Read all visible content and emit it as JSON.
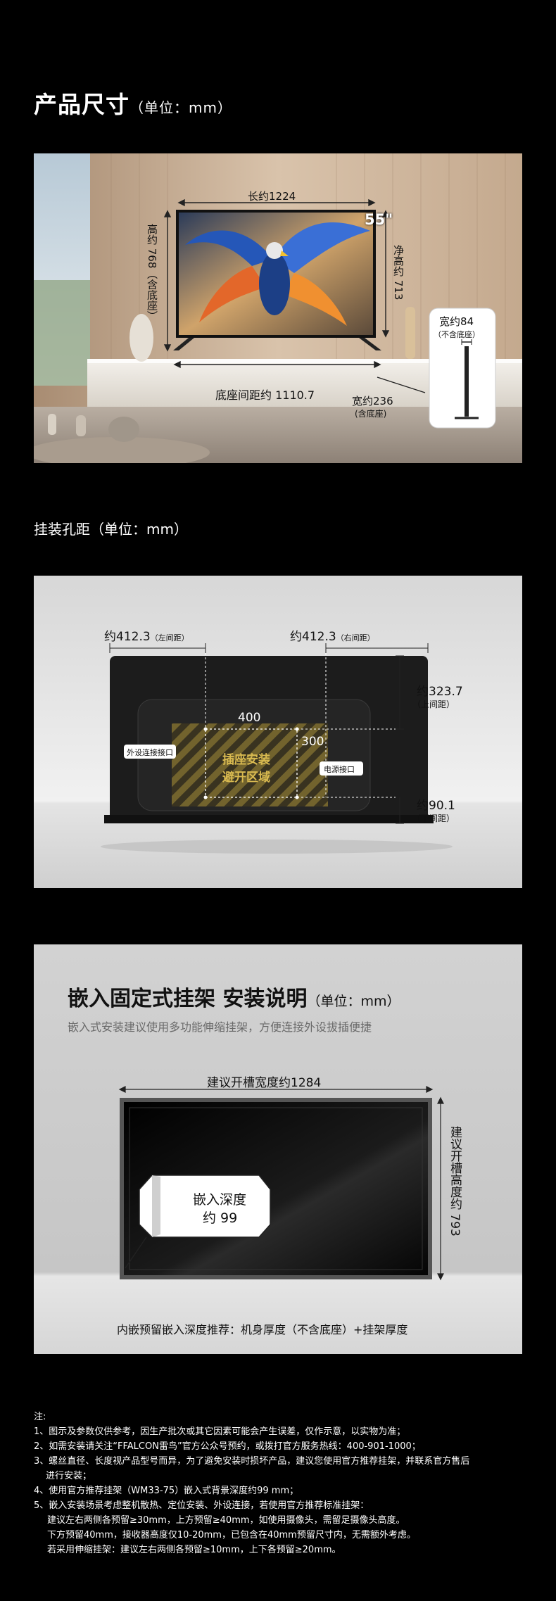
{
  "section1": {
    "title": "产品尺寸",
    "unit": "（单位：mm）",
    "screen_size": "55\"",
    "length": "长约1224",
    "height": "高约  768（含底座）",
    "net_height": "净高约 713",
    "base_distance": "底座间距约 1110.7",
    "width_base": "宽约236",
    "width_base_sub": "(含底座)",
    "width": "宽约84",
    "width_sub": "（不含底座）"
  },
  "section2": {
    "title": "挂装孔距（单位：mm）",
    "left_spacing": "约412.3",
    "left_spacing_sub": "（左间距）",
    "right_spacing": "约412.3",
    "right_spacing_sub": "（右间距）",
    "top_spacing": "约323.7",
    "top_spacing_sub": "（上间距）",
    "bottom_spacing": "约90.1",
    "bottom_spacing_sub": "（下间距）",
    "hole_width": "400",
    "hole_height": "300",
    "external_port": "外设连接接口",
    "power_port": "电源接口",
    "avoid_zone_line1": "插座安装",
    "avoid_zone_line2": "避开区域"
  },
  "section3": {
    "title": "嵌入固定式挂架 安装说明",
    "unit": "（单位：mm）",
    "subtitle": "嵌入式安装建议使用多功能伸缩挂架，方便连接外设拔插便捷",
    "slot_width": "建议开槽宽度约1284",
    "slot_height": "建议开槽高度约 793",
    "depth_line1": "嵌入深度",
    "depth_line2": "约 99",
    "footer": "内嵌预留嵌入深度推荐：机身厚度（不含底座）+挂架厚度"
  },
  "notes": {
    "heading": "注:",
    "items": [
      "1、图示及参数仅供参考，因生产批次或其它因素可能会产生误差，仅作示意，以实物为准；",
      "2、如需安装请关注“FFALCON雷鸟”官方公众号预约，或拨打官方服务热线：400-901-1000；",
      "3、螺丝直径、长度视产品型号而异，为了避免安装时损坏产品，建议您使用官方推荐挂架，并联系官方售后",
      "进行安装；",
      "4、使用官方推荐挂架（WM33-75）嵌入式背景深度约99  mm；",
      "5、嵌入安装场景考虑整机散热、定位安装、外设连接，若使用官方推荐标准挂架：",
      "建议左右两侧各预留≥30mm，上方预留≥40mm，如使用摄像头，需留足摄像头高度。",
      "下方预留40mm，接收器高度仅10-20mm，已包含在40mm预留尺寸内，无需额外考虑。",
      "若采用伸缩挂架：建议左右两侧各预留≥10mm，上下各预留≥20mm。"
    ]
  }
}
